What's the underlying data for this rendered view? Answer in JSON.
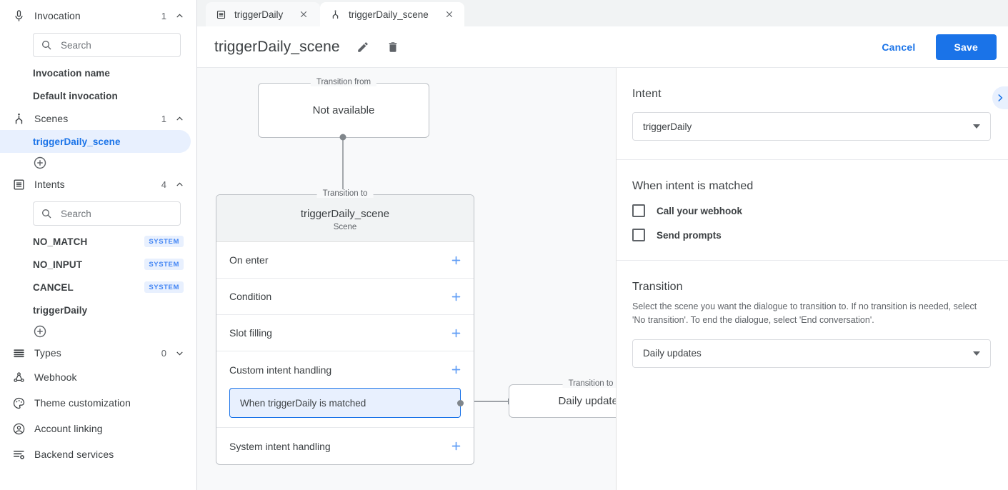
{
  "sidebar": {
    "sections": [
      {
        "icon": "microphone-icon",
        "label": "Invocation",
        "count": "1",
        "chevron": "chevron-up-icon",
        "search_placeholder": "Search",
        "items": [
          {
            "label": "Invocation name",
            "badge": ""
          },
          {
            "label": "Default invocation",
            "badge": ""
          }
        ]
      },
      {
        "icon": "scene-flow-icon",
        "label": "Scenes",
        "count": "1",
        "chevron": "chevron-up-icon",
        "items": [
          {
            "label": "triggerDaily_scene",
            "badge": "",
            "selected": true
          }
        ]
      },
      {
        "icon": "intents-list-icon",
        "label": "Intents",
        "count": "4",
        "chevron": "chevron-up-icon",
        "search_placeholder": "Search",
        "items": [
          {
            "label": "NO_MATCH",
            "badge": "SYSTEM"
          },
          {
            "label": "NO_INPUT",
            "badge": "SYSTEM"
          },
          {
            "label": "CANCEL",
            "badge": "SYSTEM"
          },
          {
            "label": "triggerDaily",
            "badge": ""
          }
        ]
      }
    ],
    "types": {
      "icon": "list-lines-icon",
      "label": "Types",
      "count": "0",
      "chevron": "chevron-down-icon"
    },
    "flat_items": [
      {
        "icon": "webhook-icon",
        "label": "Webhook"
      },
      {
        "icon": "palette-icon",
        "label": "Theme customization"
      },
      {
        "icon": "account-circle-icon",
        "label": "Account linking"
      },
      {
        "icon": "backend-services-icon",
        "label": "Backend services"
      }
    ]
  },
  "tabs": [
    {
      "icon": "intent-icon",
      "label": "triggerDaily",
      "close": "close-icon",
      "active": false
    },
    {
      "icon": "scene-icon",
      "label": "triggerDaily_scene",
      "close": "close-icon",
      "active": true
    }
  ],
  "titlebar": {
    "title": "triggerDaily_scene",
    "edit_icon": "pencil-icon",
    "delete_icon": "trash-icon",
    "cancel_label": "Cancel",
    "save_label": "Save"
  },
  "canvas": {
    "transition_from": {
      "legend": "Transition from",
      "text": "Not available"
    },
    "scene": {
      "legend": "Transition to",
      "name": "triggerDaily_scene",
      "subtitle": "Scene",
      "rows": [
        {
          "label": "On enter",
          "plus": "plus-icon"
        },
        {
          "label": "Condition",
          "plus": "plus-icon"
        },
        {
          "label": "Slot filling",
          "plus": "plus-icon"
        },
        {
          "label": "Custom intent handling",
          "plus": "plus-icon"
        },
        {
          "label": "System intent handling",
          "plus": "plus-icon"
        }
      ],
      "chip": "When triggerDaily is matched"
    },
    "transition_to": {
      "legend": "Transition to",
      "text": "Daily updates"
    }
  },
  "panel": {
    "intent": {
      "heading": "Intent",
      "value": "triggerDaily"
    },
    "when_matched": {
      "heading": "When intent is matched",
      "checkboxes": [
        {
          "label": "Call your webhook",
          "checked": false
        },
        {
          "label": "Send prompts",
          "checked": false
        }
      ]
    },
    "transition": {
      "heading": "Transition",
      "description": "Select the scene you want the dialogue to transition to. If no transition is needed, select 'No transition'. To end the dialogue, select 'End conversation'.",
      "value": "Daily updates"
    },
    "expander_icon": "chevron-right-icon"
  },
  "colors": {
    "accent": "#1a73e8",
    "accent_light": "#e8f0fe",
    "canvas_bg": "#f8f9fa",
    "border": "#dadce0",
    "text": "#3c4043",
    "muted": "#5f6368"
  }
}
